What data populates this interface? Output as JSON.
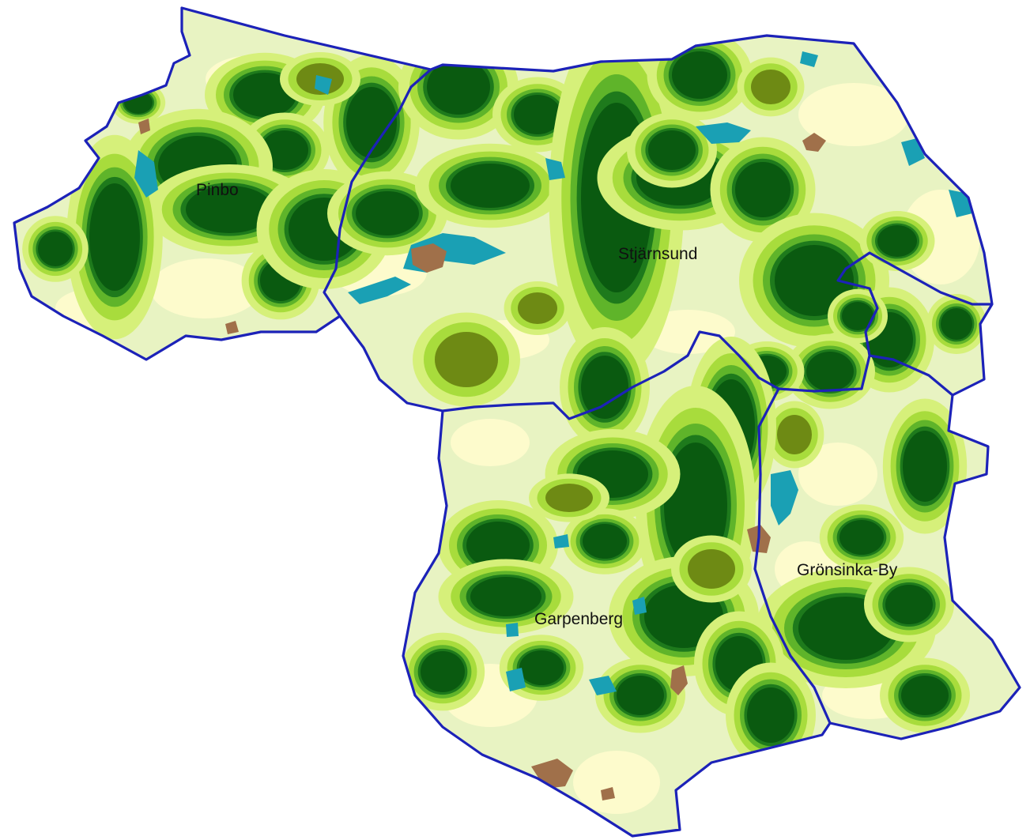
{
  "map": {
    "colors": {
      "boundary": "#1c22b8",
      "base_land": "#e8f3c2",
      "open_land": "#fdfbcc",
      "water": "#1aa0b4",
      "shallow_water": "#a8e6d8",
      "urban": "#a0704a",
      "density_very_high": "#0a5a10",
      "density_high": "#1e7a1c",
      "density_olive": "#6e8a14",
      "density_medium": "#5fb42a",
      "density_low": "#a8dc3c",
      "density_very_low": "#d6f07a",
      "label": "#111111"
    },
    "regions": [
      {
        "id": "pinbo",
        "label": "Pinbo"
      },
      {
        "id": "stjarnsund",
        "label": "Stjärnsund"
      },
      {
        "id": "garpenberg",
        "label": "Garpenberg"
      },
      {
        "id": "gronsinka-by",
        "label": "Grönsinka-By"
      }
    ]
  }
}
